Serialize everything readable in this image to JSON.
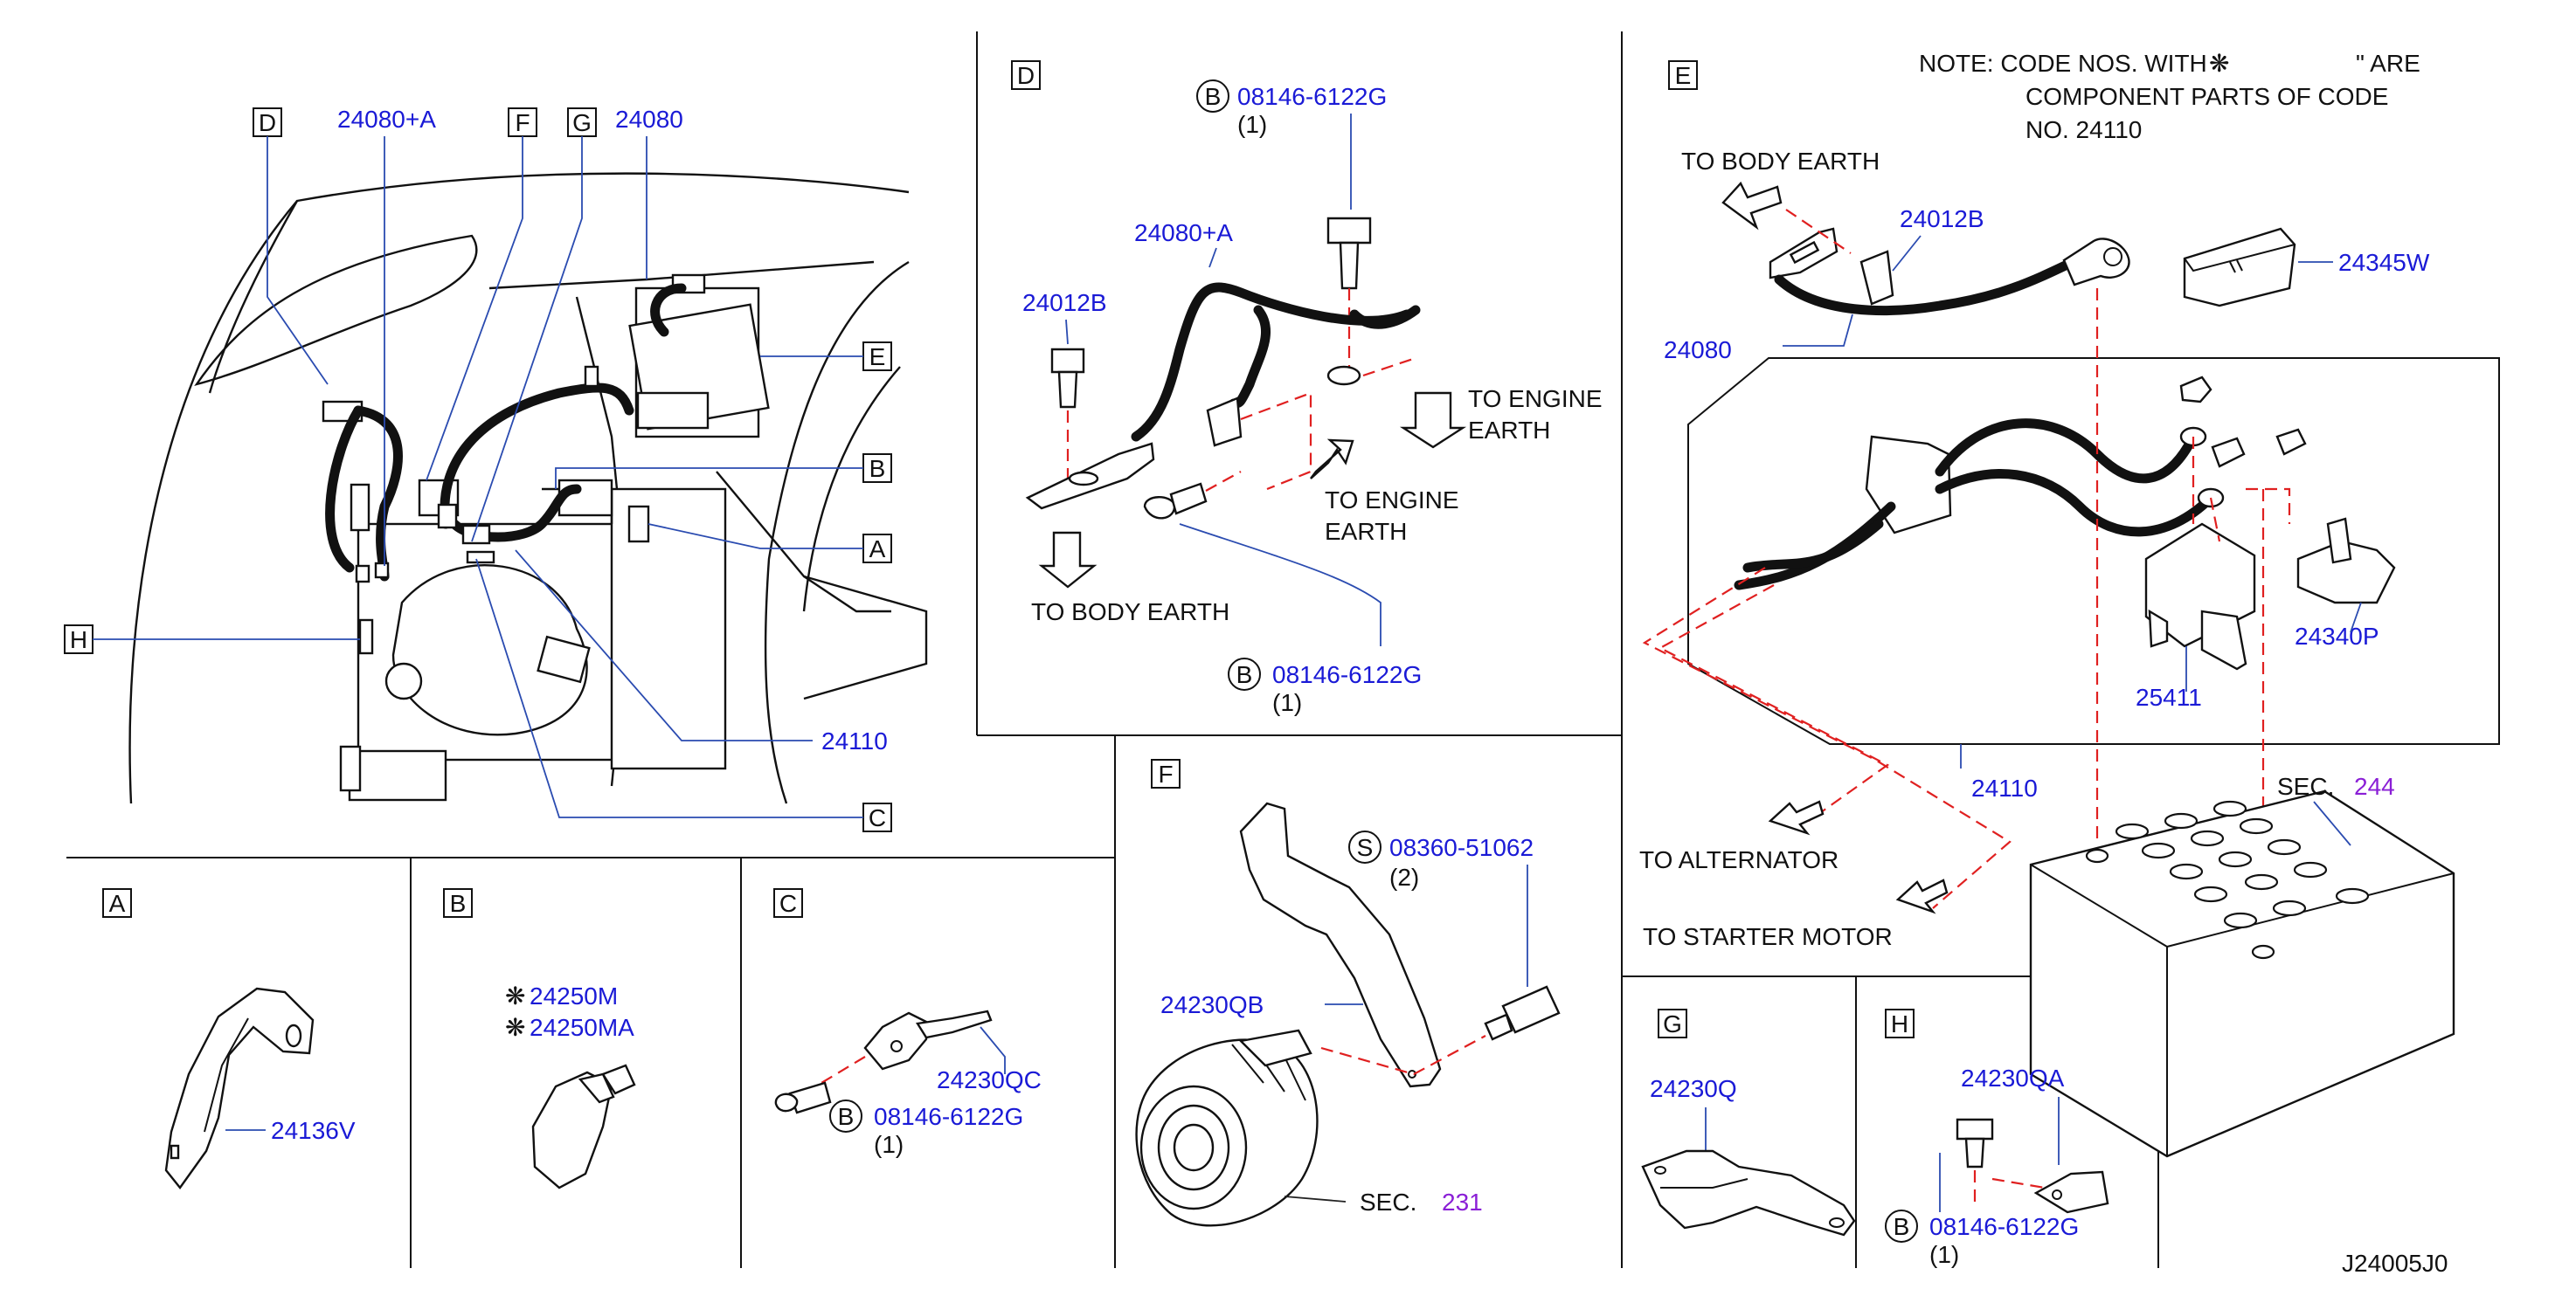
{
  "diagram_id": "J24005J0",
  "note": {
    "line1a": "NOTE:  CODE  NOS.  WITH",
    "mark": "❋",
    "line1b": "\"  ARE",
    "line2": "COMPONENT  PARTS  OF  CODE",
    "line3": "NO.  24110"
  },
  "overview": {
    "callouts": [
      "D",
      "F",
      "G",
      "E",
      "B",
      "A",
      "H",
      "C"
    ],
    "parts": {
      "p24080a": "24080+A",
      "p24080": "24080",
      "p24110": "24110"
    }
  },
  "panel_D": {
    "letter": "D",
    "bolt_top": {
      "badge": "B",
      "code": "08146-6122G",
      "qty": "(1)"
    },
    "bolt_bottom": {
      "badge": "B",
      "code": "08146-6122G",
      "qty": "(1)"
    },
    "cable": "24080+A",
    "clamp": "24012B",
    "engine_earth_1": [
      "TO  ENGINE",
      "EARTH"
    ],
    "engine_earth_2": [
      "TO  ENGINE",
      "EARTH"
    ],
    "body_earth": "TO  BODY  EARTH"
  },
  "panel_E": {
    "letter": "E",
    "body_earth": "TO  BODY  EARTH",
    "clamp": "24012B",
    "cable": "24080",
    "cover": "24345W",
    "fusible_link": "25411",
    "holder": "24340P",
    "harness": "24110",
    "to_alternator": "TO  ALTERNATOR",
    "to_starter": "TO  STARTER  MOTOR",
    "sec_label": "SEC.",
    "sec_num": "244"
  },
  "panel_A": {
    "letter": "A",
    "part": "24136V"
  },
  "panel_B": {
    "letter": "B",
    "part1": "24250M",
    "part2": "24250MA",
    "mark": "❋"
  },
  "panel_C": {
    "letter": "C",
    "part": "24230QC",
    "badge": "B",
    "code": "08146-6122G",
    "qty": "(1)"
  },
  "panel_F": {
    "letter": "F",
    "badge": "S",
    "code": "08360-51062",
    "qty": "(2)",
    "bracket": "24230QB",
    "sec_label": "SEC.",
    "sec_num": "231"
  },
  "panel_G": {
    "letter": "G",
    "part": "24230Q"
  },
  "panel_H": {
    "letter": "H",
    "part": "24230QA",
    "badge": "B",
    "code": "08146-6122G",
    "qty": "(1)"
  }
}
